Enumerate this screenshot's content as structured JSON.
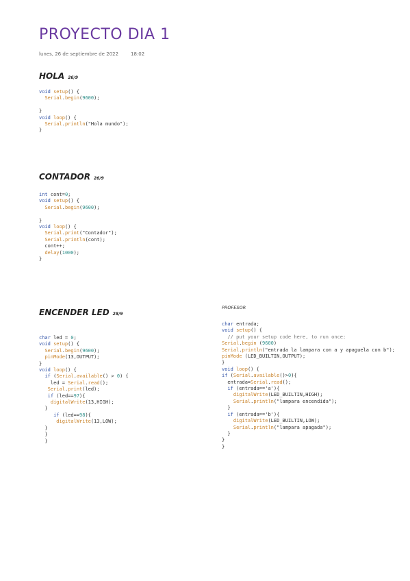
{
  "page": {
    "title": "PROYECTO DIA 1",
    "date": "lunes, 26 de septiembre de 2022",
    "time": "18:02"
  },
  "sections": [
    {
      "heading": "HOLA",
      "date": "26/9",
      "code": [
        [
          [
            "k",
            "void"
          ],
          [
            "t",
            " "
          ],
          [
            "f",
            "setup"
          ],
          [
            "t",
            "() {"
          ]
        ],
        [
          [
            "t",
            "  "
          ],
          [
            "f",
            "Serial"
          ],
          [
            "t",
            "."
          ],
          [
            "f",
            "begin"
          ],
          [
            "t",
            "("
          ],
          [
            "n",
            "9600"
          ],
          [
            "t",
            ");"
          ]
        ],
        [
          [
            "t",
            ""
          ]
        ],
        [
          [
            "t",
            "}"
          ]
        ],
        [
          [
            "k",
            "void"
          ],
          [
            "t",
            " "
          ],
          [
            "f",
            "loop"
          ],
          [
            "t",
            "() {"
          ]
        ],
        [
          [
            "t",
            "  "
          ],
          [
            "f",
            "Serial"
          ],
          [
            "t",
            "."
          ],
          [
            "f",
            "println"
          ],
          [
            "t",
            "(\"Hola mundo\");"
          ]
        ],
        [
          [
            "t",
            "}"
          ]
        ]
      ]
    },
    {
      "heading": "CONTADOR",
      "date": "26/9",
      "code": [
        [
          [
            "k",
            "int"
          ],
          [
            "t",
            " cont="
          ],
          [
            "n",
            "0"
          ],
          [
            "t",
            ";"
          ]
        ],
        [
          [
            "k",
            "void"
          ],
          [
            "t",
            " "
          ],
          [
            "f",
            "setup"
          ],
          [
            "t",
            "() {"
          ]
        ],
        [
          [
            "t",
            "  "
          ],
          [
            "f",
            "Serial"
          ],
          [
            "t",
            "."
          ],
          [
            "f",
            "begin"
          ],
          [
            "t",
            "("
          ],
          [
            "n",
            "9600"
          ],
          [
            "t",
            ");"
          ]
        ],
        [
          [
            "t",
            ""
          ]
        ],
        [
          [
            "t",
            "}"
          ]
        ],
        [
          [
            "k",
            "void"
          ],
          [
            "t",
            " "
          ],
          [
            "f",
            "loop"
          ],
          [
            "t",
            "() {"
          ]
        ],
        [
          [
            "t",
            "  "
          ],
          [
            "f",
            "Serial"
          ],
          [
            "t",
            "."
          ],
          [
            "f",
            "print"
          ],
          [
            "t",
            "(\"Contador\");"
          ]
        ],
        [
          [
            "t",
            "  "
          ],
          [
            "f",
            "Serial"
          ],
          [
            "t",
            "."
          ],
          [
            "f",
            "println"
          ],
          [
            "t",
            "(cont);"
          ]
        ],
        [
          [
            "t",
            "  cont++;"
          ]
        ],
        [
          [
            "t",
            "  "
          ],
          [
            "f",
            "delay"
          ],
          [
            "t",
            "("
          ],
          [
            "n",
            "1000"
          ],
          [
            "t",
            ");"
          ]
        ],
        [
          [
            "t",
            "}"
          ]
        ]
      ]
    },
    {
      "heading": "ENCENDER LED",
      "date": "28/9",
      "code": [
        [
          [
            "k",
            "char"
          ],
          [
            "t",
            " led = "
          ],
          [
            "n",
            "0"
          ],
          [
            "t",
            ";"
          ]
        ],
        [
          [
            "k",
            "void"
          ],
          [
            "t",
            " "
          ],
          [
            "f",
            "setup"
          ],
          [
            "t",
            "() {"
          ]
        ],
        [
          [
            "t",
            "  "
          ],
          [
            "f",
            "Serial"
          ],
          [
            "t",
            "."
          ],
          [
            "f",
            "begin"
          ],
          [
            "t",
            "("
          ],
          [
            "n",
            "9600"
          ],
          [
            "t",
            ");"
          ]
        ],
        [
          [
            "t",
            "  "
          ],
          [
            "f",
            "pinMode"
          ],
          [
            "t",
            "(13,OUTPUT);"
          ]
        ],
        [
          [
            "t",
            "}"
          ]
        ],
        [
          [
            "k",
            "void"
          ],
          [
            "t",
            " "
          ],
          [
            "f",
            "loop"
          ],
          [
            "t",
            "() {"
          ]
        ],
        [
          [
            "t",
            "  "
          ],
          [
            "k",
            "if"
          ],
          [
            "t",
            " ("
          ],
          [
            "f",
            "Serial"
          ],
          [
            "t",
            "."
          ],
          [
            "f",
            "available"
          ],
          [
            "t",
            "() > "
          ],
          [
            "n",
            "0"
          ],
          [
            "t",
            ") {"
          ]
        ],
        [
          [
            "t",
            "    led = "
          ],
          [
            "f",
            "Serial"
          ],
          [
            "t",
            "."
          ],
          [
            "f",
            "read"
          ],
          [
            "t",
            "();"
          ]
        ],
        [
          [
            "t",
            "   "
          ],
          [
            "f",
            "Serial"
          ],
          [
            "t",
            "."
          ],
          [
            "f",
            "print"
          ],
          [
            "t",
            "(led);"
          ]
        ],
        [
          [
            "t",
            "   "
          ],
          [
            "k",
            "if"
          ],
          [
            "t",
            " (led=="
          ],
          [
            "n",
            "97"
          ],
          [
            "t",
            "){"
          ]
        ],
        [
          [
            "t",
            "    "
          ],
          [
            "f",
            "digitalWrite"
          ],
          [
            "t",
            "(13,HIGH);"
          ]
        ],
        [
          [
            "t",
            "  }"
          ]
        ],
        [
          [
            "t",
            "     "
          ],
          [
            "k",
            "if"
          ],
          [
            "t",
            " (led=="
          ],
          [
            "n",
            "98"
          ],
          [
            "t",
            "){"
          ]
        ],
        [
          [
            "t",
            "      "
          ],
          [
            "f",
            "digitalWrite"
          ],
          [
            "t",
            "(13,LOW);"
          ]
        ],
        [
          [
            "t",
            "  }"
          ]
        ],
        [
          [
            "t",
            "  }"
          ]
        ],
        [
          [
            "t",
            "  }"
          ]
        ]
      ]
    },
    {
      "heading": "PROFESOR",
      "code": [
        [
          [
            "k",
            "char"
          ],
          [
            "t",
            " entrada;"
          ]
        ],
        [
          [
            "k",
            "void"
          ],
          [
            "t",
            " "
          ],
          [
            "f",
            "setup"
          ],
          [
            "t",
            "() {"
          ]
        ],
        [
          [
            "c",
            "  // put your setup code here, to run once:"
          ]
        ],
        [
          [
            "f",
            "Serial"
          ],
          [
            "t",
            "."
          ],
          [
            "f",
            "begin"
          ],
          [
            "t",
            " ("
          ],
          [
            "n",
            "9600"
          ],
          [
            "t",
            ")"
          ]
        ],
        [
          [
            "f",
            "Serial"
          ],
          [
            "t",
            "."
          ],
          [
            "f",
            "println"
          ],
          [
            "t",
            "(\"entrada la lampara con a y apaguela con b\");"
          ]
        ],
        [
          [
            "f",
            "pinMode"
          ],
          [
            "t",
            " (LED_BUILTIN,OUTPUT);"
          ]
        ],
        [
          [
            "t",
            "}"
          ]
        ],
        [
          [
            "k",
            "void"
          ],
          [
            "t",
            " "
          ],
          [
            "f",
            "loop"
          ],
          [
            "t",
            "() {"
          ]
        ],
        [
          [
            "k",
            "if"
          ],
          [
            "t",
            " ("
          ],
          [
            "f",
            "Serial"
          ],
          [
            "t",
            "."
          ],
          [
            "f",
            "available"
          ],
          [
            "t",
            "()>"
          ],
          [
            "n",
            "0"
          ],
          [
            "t",
            "){"
          ]
        ],
        [
          [
            "t",
            "  entrada="
          ],
          [
            "f",
            "Serial"
          ],
          [
            "t",
            "."
          ],
          [
            "f",
            "read"
          ],
          [
            "t",
            "();"
          ]
        ],
        [
          [
            "t",
            "  "
          ],
          [
            "k",
            "if"
          ],
          [
            "t",
            " (entrada=='a'){"
          ]
        ],
        [
          [
            "t",
            "    "
          ],
          [
            "f",
            "digitalWrite"
          ],
          [
            "t",
            "(LED_BUILTIN,HIGH);"
          ]
        ],
        [
          [
            "t",
            "    "
          ],
          [
            "f",
            "Serial"
          ],
          [
            "t",
            "."
          ],
          [
            "f",
            "println"
          ],
          [
            "t",
            "(\"lampara encendida\");"
          ]
        ],
        [
          [
            "t",
            "  }"
          ]
        ],
        [
          [
            "t",
            "  "
          ],
          [
            "k",
            "if"
          ],
          [
            "t",
            " (entrada=='b'){"
          ]
        ],
        [
          [
            "t",
            "    "
          ],
          [
            "f",
            "digitalWrite"
          ],
          [
            "t",
            "(LED_BUILTIN,LOW);"
          ]
        ],
        [
          [
            "t",
            "    "
          ],
          [
            "f",
            "Serial"
          ],
          [
            "t",
            "."
          ],
          [
            "f",
            "println"
          ],
          [
            "t",
            "(\"lampara apagada\");"
          ]
        ],
        [
          [
            "t",
            "  }"
          ]
        ],
        [
          [
            "t",
            "}"
          ]
        ],
        [
          [
            "t",
            "}"
          ]
        ]
      ]
    }
  ]
}
